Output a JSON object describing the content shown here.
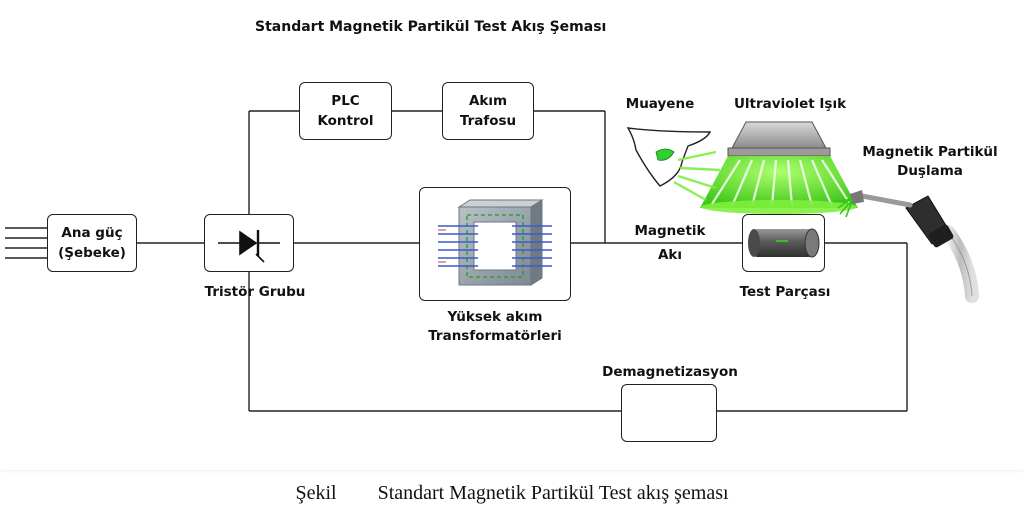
{
  "title": "Standart Magnetik Partikül Test Akış Şeması",
  "blocks": {
    "power": {
      "line1": "Ana güç",
      "line2": "(Şebeke)"
    },
    "plc": {
      "line1": "PLC",
      "line2": "Kontrol"
    },
    "current_transformer": {
      "line1": "Akım",
      "line2": "Trafosu"
    },
    "thyristor_label": "Tristör Grubu",
    "hv_transformer_label": {
      "line1": "Yüksek akım",
      "line2": "Transformatörleri"
    },
    "magnetic_flux": {
      "line1": "Magnetik",
      "line2": "Akı"
    },
    "test_piece_label": "Test Parçası",
    "demagnetization_label": "Demagnetizasyon",
    "inspection_label": "Muayene",
    "uv_label": "Ultraviolet Işık",
    "spray_label": {
      "line1": "Magnetik Partikül",
      "line2": "Duşlama"
    }
  },
  "caption": {
    "prefix": "Şekil",
    "text": "Standart Magnetik Partikül Test akış şeması"
  },
  "colors": {
    "line": "#222222",
    "uv_glow": "#66ee22",
    "transformer_core": "#8f9aa4",
    "coil": "#3b5bc9"
  }
}
